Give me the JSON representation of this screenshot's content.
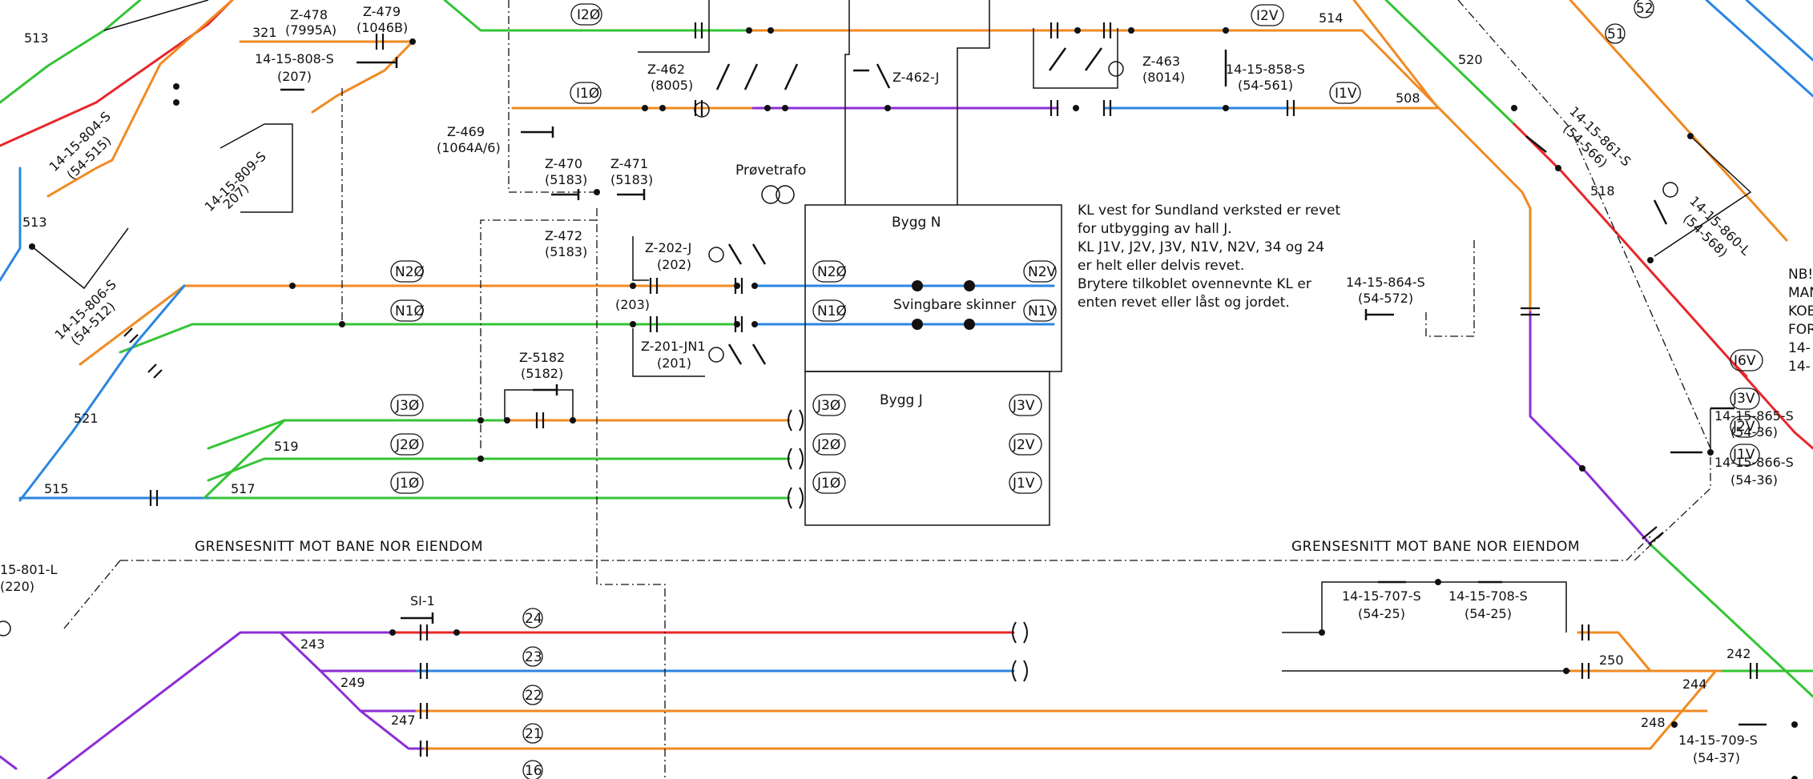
{
  "colors": {
    "orange": "#f08a22",
    "green": "#35c435",
    "blue": "#2b86e0",
    "red": "#e8262b",
    "purple": "#8c2fd6",
    "black": "#111111",
    "background": "#ffffff"
  },
  "buildings": {
    "bygg_n": "Bygg N",
    "bygg_j": "Bygg J",
    "svingbare": "Svingbare skinner"
  },
  "note": {
    "lines": [
      "KL vest for Sundland verksted er revet",
      "for utbygging av hall J.",
      "KL J1V, J2V, J3V, N1V, N2V, 34 og 24",
      "er helt eller delvis revet.",
      "Brytere tilkoblet ovennevnte KL er",
      "enten revet eller låst og jordet."
    ]
  },
  "side_note": [
    "NB!",
    "MAN",
    "KOB",
    "FOR",
    "14-",
    "14-"
  ],
  "border_text": "GRENSESNITT MOT BANE NOR EIENDOM",
  "prove_trafo": "Prøvetrafo",
  "sections": {
    "s12": "I2Ø",
    "s11": "I1Ø",
    "n2o": "N2Ø",
    "n1o": "N1Ø",
    "j3o": "J3Ø",
    "j2o": "J2Ø",
    "j1o": "J1Ø",
    "i2v": "I2V",
    "i1v": "I1V",
    "n2v_in": "N2Ø",
    "n1v_in": "N1Ø",
    "n2v": "N2V",
    "n1v": "N1V",
    "j3o_in": "J3Ø",
    "j2o_in": "J2Ø",
    "j1o_in": "J1Ø",
    "j3v": "J3V",
    "j2v": "J2V",
    "j1v": "J1V",
    "r3v": "J3V",
    "r2v": "J2V",
    "r1v": "J1V",
    "t24": "24",
    "t23": "23",
    "t22": "22",
    "t21": "21",
    "t16": "16",
    "c52": "52",
    "c51": "51",
    "c16v": "I6V"
  },
  "switches": {
    "z478": "Z-478",
    "z478n": "(7995A)",
    "z479": "Z-479",
    "z479n": "(1046B)",
    "s321": "321",
    "s808": "14-15-808-S",
    "s808n": "(207)",
    "s804": "14-15-804-S",
    "s804n": "(54-515)",
    "s809": "14-15-809-S",
    "s809n": "207)",
    "s806": "14-15-806-S",
    "s806n": "(54-512)",
    "s513": "513",
    "z469": "Z-469",
    "z469n": "(1064A/6)",
    "z462": "Z-462",
    "z462n": "(8005)",
    "z462j": "Z-462-J",
    "z470": "Z-470",
    "z470n": "(5183)",
    "z471": "Z-471",
    "z471n": "(5183)",
    "z472": "Z-472",
    "z472n": "(5183)",
    "z202": "Z-202-J",
    "z202n": "(202)",
    "n203": "(203)",
    "z201": "Z-201-JN1",
    "z201n": "(201)",
    "z5182": "Z-5182",
    "z5182n": "(5182)",
    "z463": "Z-463",
    "z463n": "(8014)",
    "s858": "14-15-858-S",
    "s858n": "(54-561)",
    "s514": "514",
    "s508": "508",
    "s520": "520",
    "s518": "518",
    "s861": "14-15-861-S",
    "s861n": "(54-566)",
    "s860": "14-15-860-L",
    "s860n": "(54-568)",
    "s864": "14-15-864-S",
    "s864n": "(54-572)",
    "s865": "14-15-865-S",
    "s865n": "(54-36)",
    "s866": "14-15-866-S",
    "s866n": "(54-36)",
    "s521": "521",
    "s519": "519",
    "s517": "517",
    "s515": "515",
    "s801": "15-801-L",
    "s801n": "(220)",
    "si1": "SI-1",
    "s243": "243",
    "s249": "249",
    "s247": "247",
    "s707": "14-15-707-S",
    "s707n": "(54-25)",
    "s708": "14-15-708-S",
    "s708n": "(54-25)",
    "s250": "250",
    "s244": "244",
    "s242": "242",
    "s248": "248",
    "s709": "14-15-709-S",
    "s709n": "(54-37)"
  }
}
